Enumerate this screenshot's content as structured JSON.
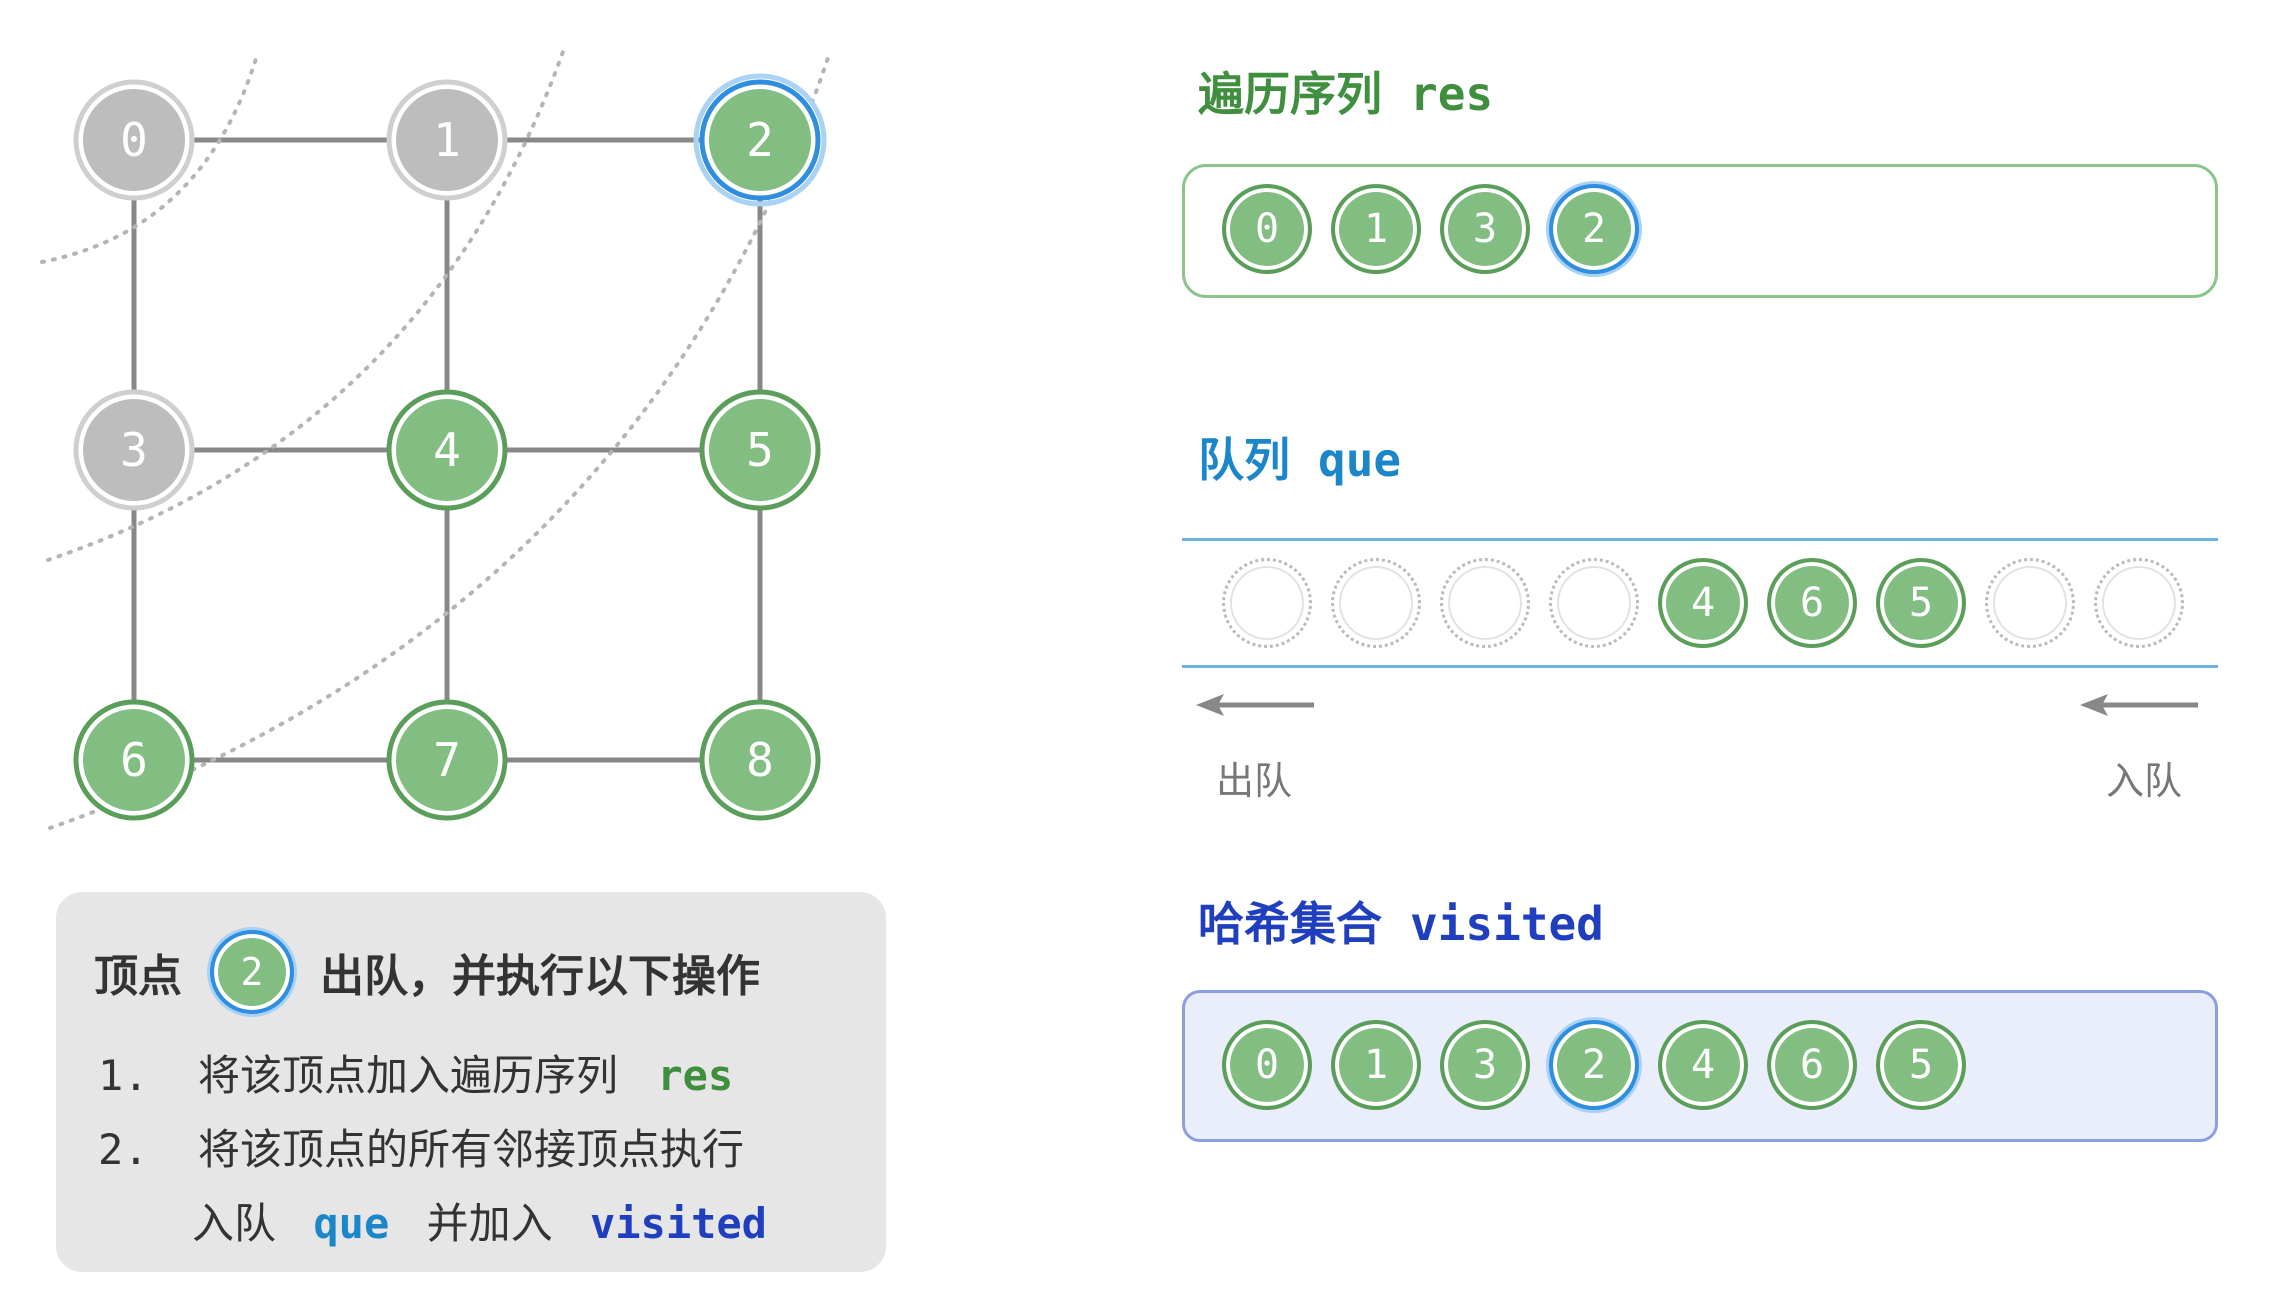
{
  "graph": {
    "nodes": [
      {
        "id": "0",
        "state": "gray"
      },
      {
        "id": "1",
        "state": "gray"
      },
      {
        "id": "2",
        "state": "current"
      },
      {
        "id": "3",
        "state": "gray"
      },
      {
        "id": "4",
        "state": "green"
      },
      {
        "id": "5",
        "state": "green"
      },
      {
        "id": "6",
        "state": "green"
      },
      {
        "id": "7",
        "state": "green"
      },
      {
        "id": "8",
        "state": "green"
      }
    ],
    "edges": [
      [
        "0",
        "1"
      ],
      [
        "1",
        "2"
      ],
      [
        "3",
        "4"
      ],
      [
        "4",
        "5"
      ],
      [
        "6",
        "7"
      ],
      [
        "7",
        "8"
      ],
      [
        "0",
        "3"
      ],
      [
        "3",
        "6"
      ],
      [
        "1",
        "4"
      ],
      [
        "4",
        "7"
      ],
      [
        "2",
        "5"
      ],
      [
        "5",
        "8"
      ]
    ]
  },
  "res": {
    "title": "遍历序列",
    "keyword": "res",
    "items": [
      "0",
      "1",
      "3",
      "2"
    ],
    "highlight": "2"
  },
  "queue": {
    "title": "队列",
    "keyword": "que",
    "slots": [
      "",
      "",
      "",
      "",
      "4",
      "6",
      "5",
      "",
      ""
    ],
    "dequeue_label": "出队",
    "enqueue_label": "入队"
  },
  "visited": {
    "title": "哈希集合",
    "keyword": "visited",
    "items": [
      "0",
      "1",
      "3",
      "2",
      "4",
      "6",
      "5"
    ],
    "highlight": "2"
  },
  "info": {
    "head_prefix": "顶点",
    "head_node": "2",
    "head_suffix": "出队，并执行以下操作",
    "step1_num": "1.",
    "step1_text": "将该顶点加入遍历序列",
    "step1_kw": "res",
    "step2_num": "2.",
    "step2_text": "将该顶点的所有邻接顶点执行",
    "step2b_text1": "入队",
    "step2b_kw1": "que",
    "step2b_text2": "并加入",
    "step2b_kw2": "visited"
  },
  "colors": {
    "green_fill": "#82bd82",
    "green_ring": "#5a9e5a",
    "gray_fill": "#bdbdbd",
    "current_ring": "#2f8ee0",
    "res_title": "#3f8f3f",
    "que_title": "#1b86c8",
    "visited_title": "#1f3fbf"
  }
}
